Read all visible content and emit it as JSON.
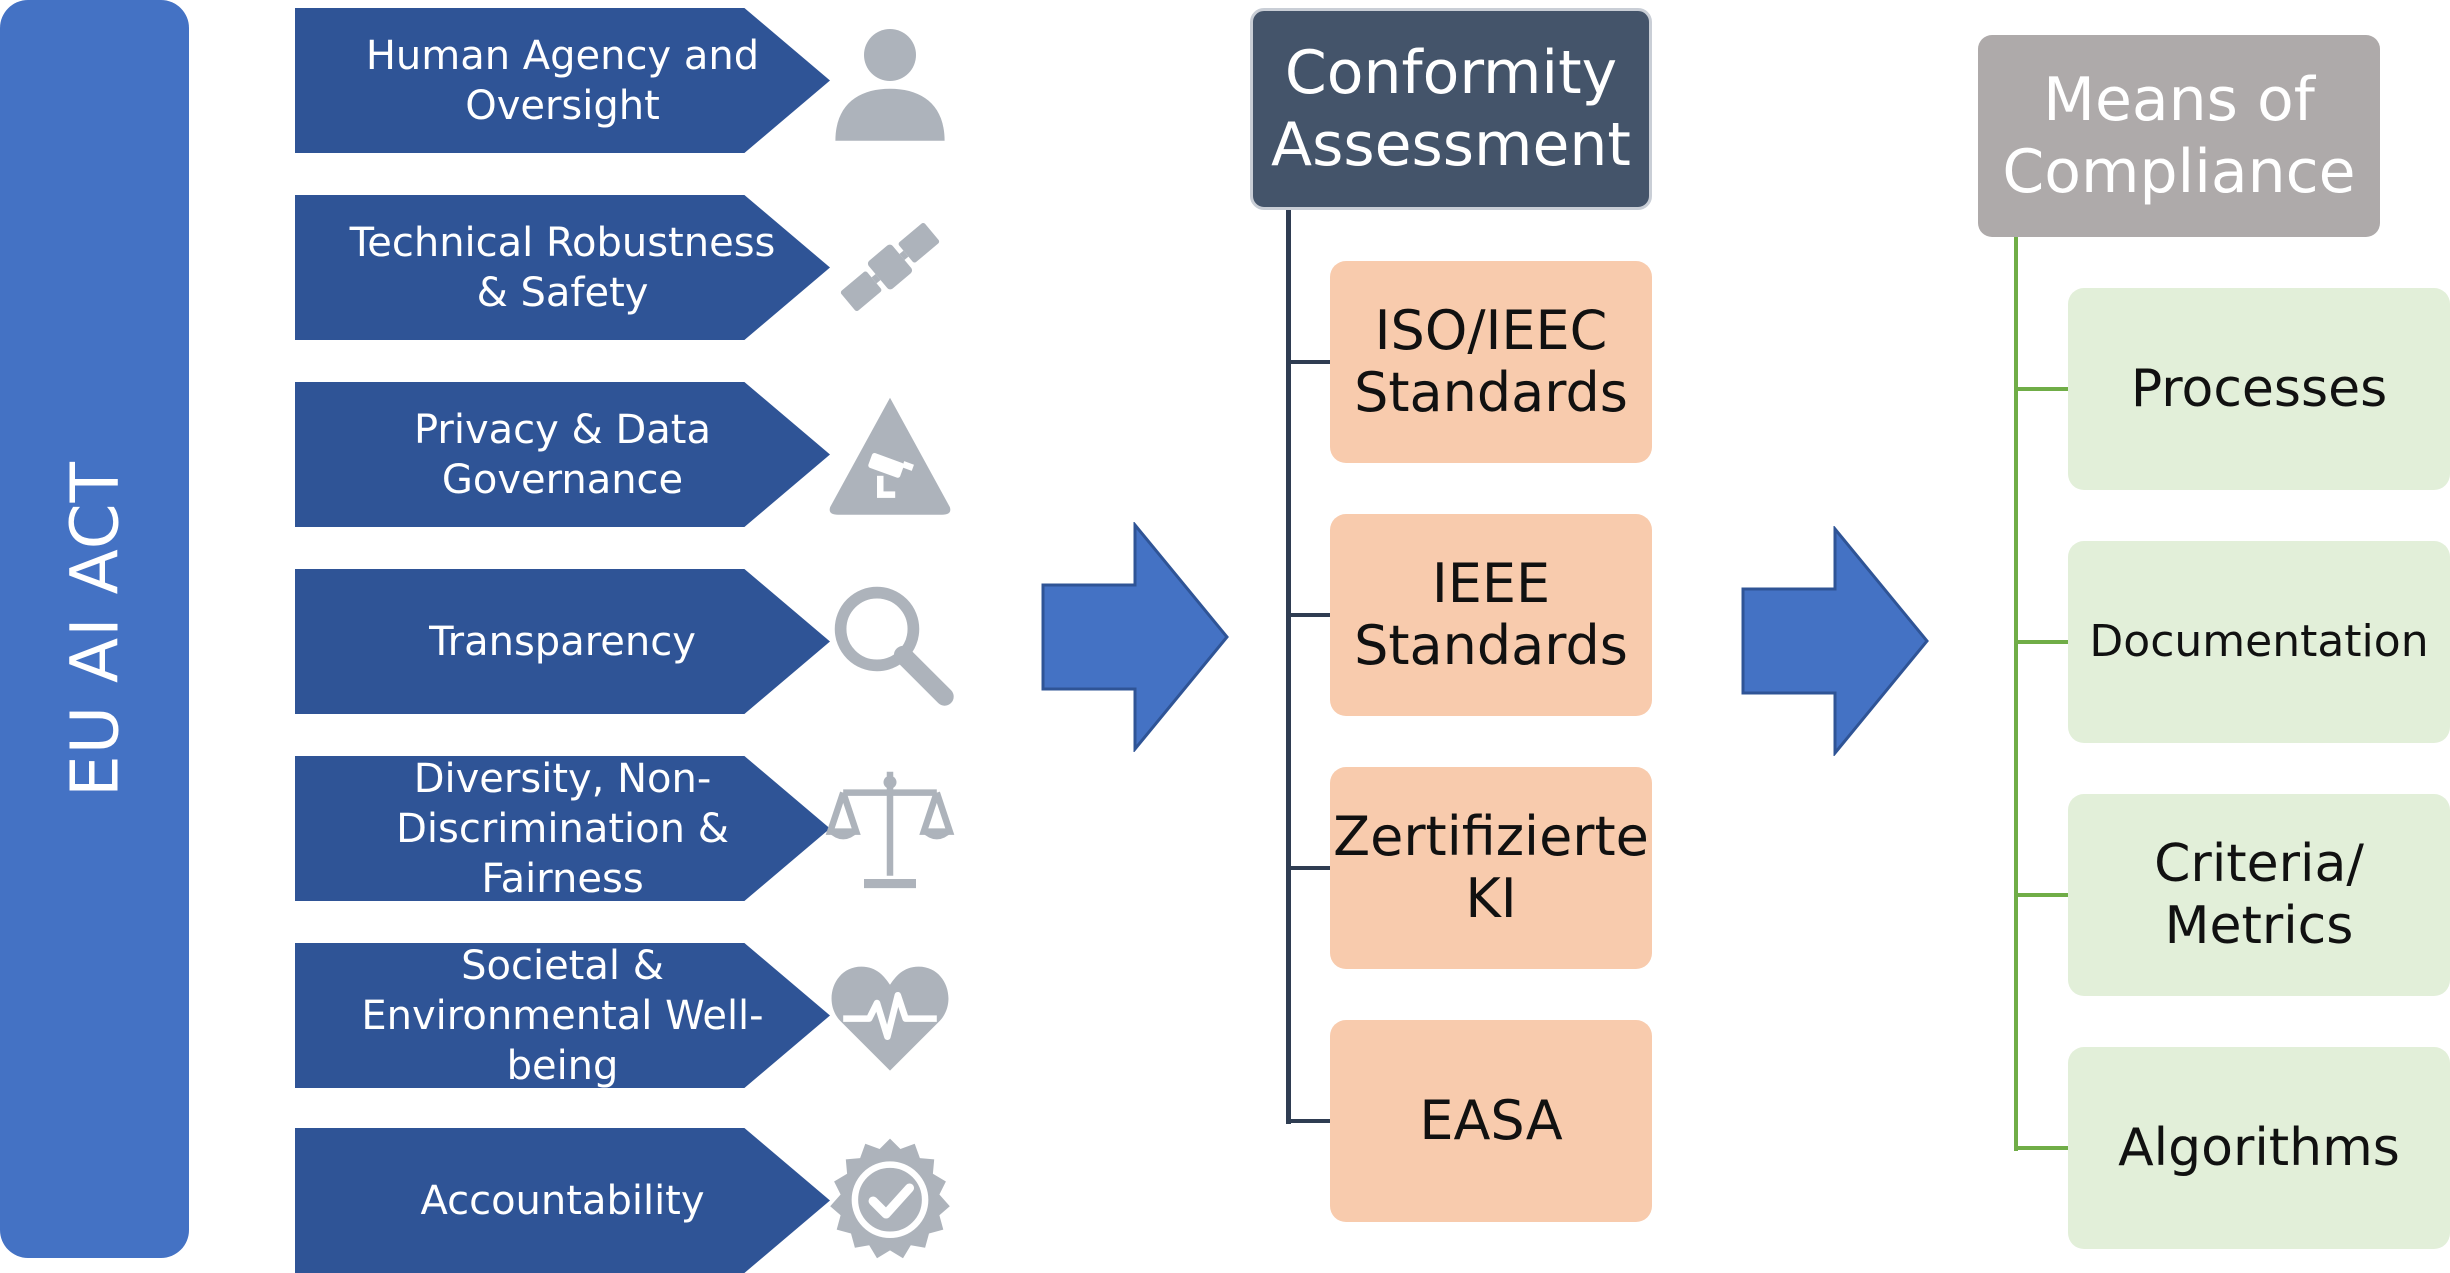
{
  "eu_act": {
    "label": "EU AI ACT"
  },
  "requirements": [
    {
      "label": "Human Agency and Oversight",
      "icon": "person-icon"
    },
    {
      "label": "Technical Robustness & Safety",
      "icon": "satellite-icon"
    },
    {
      "label": "Privacy & Data Governance",
      "icon": "camera-warning-icon"
    },
    {
      "label": "Transparency",
      "icon": "magnifier-icon"
    },
    {
      "label": "Diversity, Non-Discrimination & Fairness",
      "icon": "scales-icon"
    },
    {
      "label": "Societal & Environmental Well-being",
      "icon": "heart-pulse-icon"
    },
    {
      "label": "Accountability",
      "icon": "certified-badge-icon"
    }
  ],
  "conformity": {
    "title": "Conformity Assessment",
    "items": [
      "ISO/IEEC Standards",
      "IEEE Standards",
      "Zertifizierte KI",
      "EASA"
    ]
  },
  "compliance": {
    "title": "Means of Compliance",
    "items": [
      "Processes",
      "Documentation",
      "Criteria/ Metrics",
      "Algorithms"
    ]
  },
  "colors": {
    "eu_bar": "#4472c4",
    "chevron": "#2f5496",
    "icon_gray": "#adb3bb",
    "arrow": "#4472c4",
    "conformity_header": "#44546a",
    "conformity_box": "#f8cbad",
    "compliance_header": "#aeaaaa",
    "compliance_box": "#e2efd9",
    "compliance_line": "#70ad47"
  }
}
